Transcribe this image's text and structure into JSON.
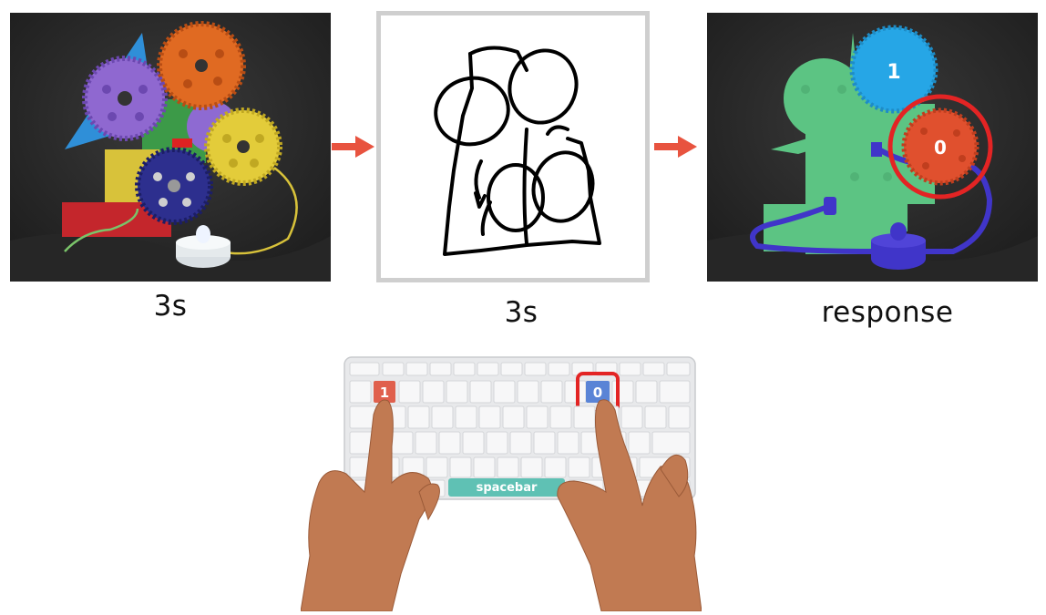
{
  "captions": {
    "photo": "3s",
    "sketch": "3s",
    "response": "response"
  },
  "response_labels": {
    "blue_gear": "1",
    "orange_gear": "0"
  },
  "keyboard": {
    "key_one": "1",
    "key_zero": "0",
    "spacebar": "spacebar"
  },
  "colors": {
    "arrow": "#e8533f",
    "highlight": "#e32424",
    "mask_green": "#5cc483",
    "mask_blue": "#26a6e6",
    "mask_orange": "#e0502e",
    "mask_purple": "#4035c9",
    "spacebar": "#5fc1b4",
    "key_one": "#e0604d",
    "key_zero": "#5a84d6"
  }
}
